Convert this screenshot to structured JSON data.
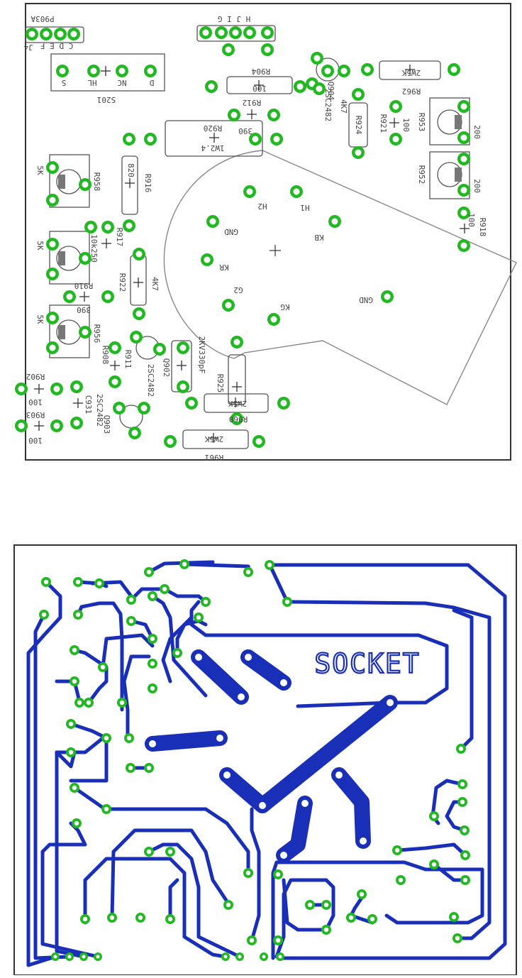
{
  "colors": {
    "pad": "#22b822",
    "pad_inner": "#ffffff",
    "silk": "#555555",
    "trace": "#1a2fb8",
    "board_edge": "#333333",
    "socket_outline": "#888888"
  },
  "top_board": {
    "labels": [
      {
        "name": "label-p903a",
        "text": "P903A"
      },
      {
        "name": "label-j4",
        "text": "J4"
      },
      {
        "name": "label-cdef",
        "text": "C  D  E  F"
      },
      {
        "name": "label-s201",
        "text": "S201"
      },
      {
        "name": "label-s",
        "text": "S"
      },
      {
        "name": "label-hl",
        "text": "HL"
      },
      {
        "name": "label-nc",
        "text": "NC"
      },
      {
        "name": "label-d",
        "text": "D"
      },
      {
        "name": "label-hijg",
        "text": "H  J  I  G"
      },
      {
        "name": "label-r904",
        "text": "R904"
      },
      {
        "name": "label-r904-val",
        "text": "100"
      },
      {
        "name": "label-q904",
        "text": "Q904"
      },
      {
        "name": "label-q904-part",
        "text": "2SC2482"
      },
      {
        "name": "label-4k7-a",
        "text": "4K7"
      },
      {
        "name": "label-r924",
        "text": "R924"
      },
      {
        "name": "label-r921",
        "text": "R921"
      },
      {
        "name": "label-r921-val",
        "text": "100"
      },
      {
        "name": "label-r962",
        "text": "R962"
      },
      {
        "name": "label-r962-val",
        "text": "2W5K"
      },
      {
        "name": "label-r953",
        "text": "R953"
      },
      {
        "name": "label-r953-val",
        "text": "200"
      },
      {
        "name": "label-r952",
        "text": "R952"
      },
      {
        "name": "label-r952-val",
        "text": "200"
      },
      {
        "name": "label-r918",
        "text": "R918"
      },
      {
        "name": "label-r918-val",
        "text": "100"
      },
      {
        "name": "label-r912",
        "text": "R912"
      },
      {
        "name": "label-r912-val",
        "text": "390"
      },
      {
        "name": "label-r920",
        "text": "R920"
      },
      {
        "name": "label-r920-val",
        "text": "1W2.4"
      },
      {
        "name": "label-r916",
        "text": "R916"
      },
      {
        "name": "label-r916-val",
        "text": "820"
      },
      {
        "name": "label-r958",
        "text": "R958"
      },
      {
        "name": "label-5k-a",
        "text": "5K"
      },
      {
        "name": "label-5k-b",
        "text": "5K"
      },
      {
        "name": "label-5k-c",
        "text": "5K"
      },
      {
        "name": "label-r917",
        "text": "R917"
      },
      {
        "name": "label-r917-val",
        "text": "10k250"
      },
      {
        "name": "label-r922",
        "text": "R922"
      },
      {
        "name": "label-4k7-b",
        "text": "4K7"
      },
      {
        "name": "label-r910",
        "text": "R910"
      },
      {
        "name": "label-r910-val",
        "text": "390"
      },
      {
        "name": "label-r956",
        "text": "R956"
      },
      {
        "name": "label-r908",
        "text": "R908"
      },
      {
        "name": "label-r911",
        "text": "R911"
      },
      {
        "name": "label-q902",
        "text": "Q902"
      },
      {
        "name": "label-q902-part",
        "text": "2SC2482"
      },
      {
        "name": "label-c903",
        "text": "2KV330pF"
      },
      {
        "name": "label-r902",
        "text": "R902"
      },
      {
        "name": "label-r902-val",
        "text": "100"
      },
      {
        "name": "label-r903",
        "text": "R903"
      },
      {
        "name": "label-r903-val",
        "text": "100"
      },
      {
        "name": "label-c931",
        "text": "C931"
      },
      {
        "name": "label-q903",
        "text": "Q903"
      },
      {
        "name": "label-q903-part",
        "text": "2SC2482"
      },
      {
        "name": "label-r925",
        "text": "R925"
      },
      {
        "name": "label-r960",
        "text": "R960"
      },
      {
        "name": "label-r960-val",
        "text": "2W5K"
      },
      {
        "name": "label-r961",
        "text": "R961"
      },
      {
        "name": "label-r961-val",
        "text": "2W5K"
      },
      {
        "name": "label-h2",
        "text": "H2"
      },
      {
        "name": "label-h1",
        "text": "H1"
      },
      {
        "name": "label-gnd-a",
        "text": "GND"
      },
      {
        "name": "label-kb",
        "text": "KB"
      },
      {
        "name": "label-kr",
        "text": "KR"
      },
      {
        "name": "label-g2",
        "text": "G2"
      },
      {
        "name": "label-kg",
        "text": "KG"
      },
      {
        "name": "label-gnd-b",
        "text": "GND"
      }
    ]
  },
  "bottom_board": {
    "socket_label": "SOCKET"
  }
}
